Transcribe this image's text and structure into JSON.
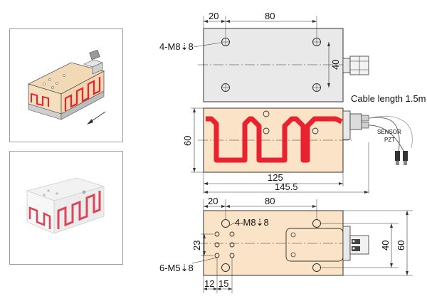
{
  "colors": {
    "body_fill": "#fbe3c8",
    "top_fill": "#e9e9e9",
    "heater_red": "#e8232f",
    "outline": "#333333",
    "frame_border": "#9e9e9e"
  },
  "top_view": {
    "dim_20": "20",
    "dim_80": "80",
    "dim_40": "40",
    "hole_callout": "4-M8⇣8"
  },
  "front_view": {
    "dim_60": "60",
    "dim_125": "125",
    "dim_145_5": "145.5",
    "cable_length": "Cable length 1.5m",
    "sensor_label": "SENSOR",
    "pzt_label": "PZT"
  },
  "bottom_view": {
    "dim_20": "20",
    "dim_80": "80",
    "dim_23": "23",
    "dim_40": "40",
    "dim_60": "60",
    "dim_12": "12",
    "dim_15": "15",
    "hole_callout_m8": "4-M8⇣8",
    "hole_callout_m5": "6-M5⇣8"
  },
  "icons": [
    "arrow-icon"
  ]
}
